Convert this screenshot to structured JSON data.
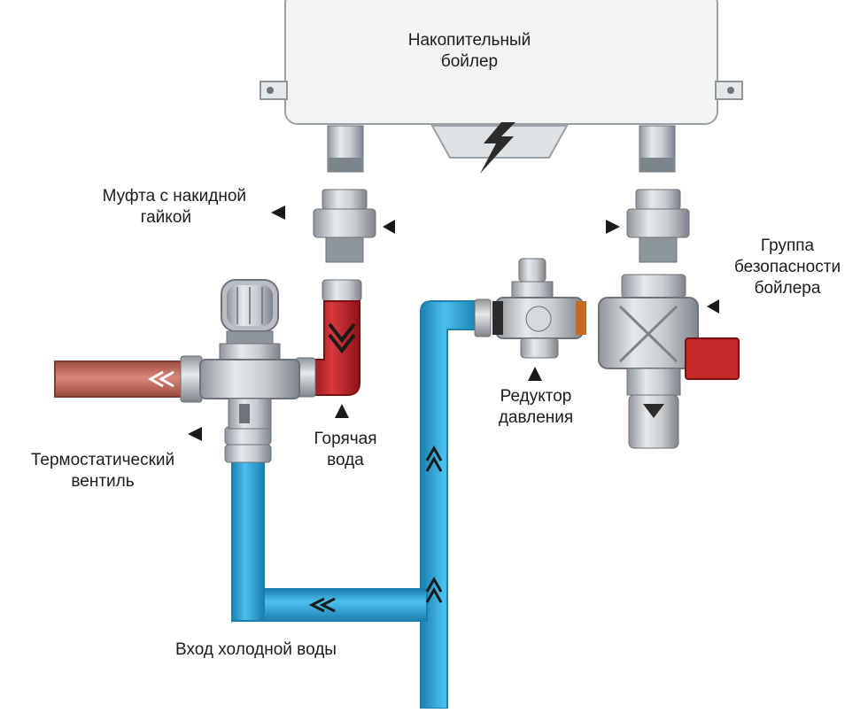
{
  "labels": {
    "boiler": [
      "Накопительный",
      "бойлер"
    ],
    "union_coupling": [
      "Муфта с накидной",
      "гайкой"
    ],
    "safety_group": [
      "Группа",
      "безопасности",
      "бойлера"
    ],
    "pressure_reducer": [
      "Редуктор",
      "давления"
    ],
    "hot_water": [
      "Горячая",
      "вода"
    ],
    "thermostatic_valve": [
      "Термостатический",
      "вентиль"
    ],
    "cold_water_inlet": "Вход холодной воды"
  },
  "colors": {
    "cold_pipe": "#2aa6dc",
    "cold_pipe_edge": "#1b7fb0",
    "hot_pipe": "#c0272d",
    "mixed_pipe": "#c46a5c",
    "metal": "#c9cdd1",
    "metal_dark": "#8e959b",
    "boiler_body": "#f2f4f4",
    "safety_valve_cap": "#c62828",
    "marker": "#1a1a1a",
    "text": "#1c1c1c"
  },
  "icons": {
    "heating_element": "lightning-bolt-icon",
    "flow_direction": "double-chevron-arrow-icon",
    "pointer": "triangle-pointer-icon"
  }
}
